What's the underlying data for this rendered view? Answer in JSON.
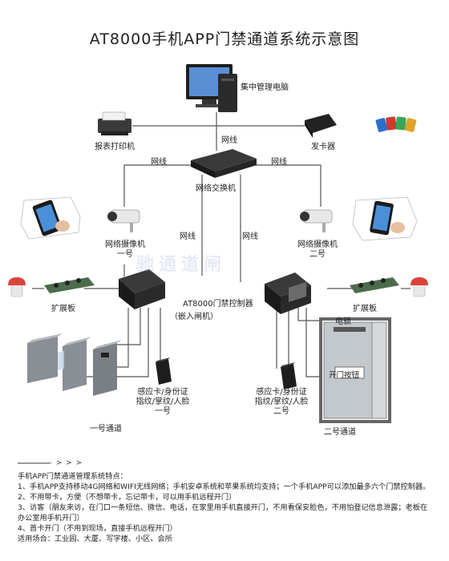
{
  "title": "AT8000手机APP门禁通道系统示意图",
  "watermark": "驰通道闸",
  "labels": {
    "central_pc": "集中管理电脑",
    "report_printer": "报表打印机",
    "card_issuer": "发卡器",
    "network_switch": "网络交换机",
    "net_top": "网线",
    "net_left": "网线",
    "net_right": "网线",
    "net_mid_left": "网线",
    "net_mid_right": "网线",
    "camera_1": "网络摄像机\n一号",
    "camera_2": "网络摄像机\n二号",
    "controller": "AT8000门禁控制器",
    "embedded": "（嵌入闸机）",
    "expansion_left": "扩展板",
    "expansion_right": "扩展板",
    "electric_lock": "电锁",
    "open_button": "开门按钮",
    "reader_1": "感应卡/身份证\n指纹/掌纹/人脸\n一号",
    "reader_2": "感应卡/身份证\n指纹/掌纹/人脸\n二号",
    "channel_1": "一号通道",
    "channel_2": "二号通道"
  },
  "notes": {
    "arrow": "—— > > >",
    "heading": "手机APP门禁通道管理系统特点：",
    "items": [
      "1、手机APP支持移动4G网络和WIFI无线网络；手机安卓系统和苹果系统均支持；一个手机APP可以添加最多六个门禁控制器。",
      "2、不用带卡，方便（不想带卡，忘记带卡，可以用手机远程开门）",
      "3、访客（朋友来访，在门口一条短信、微信、电话，在家里用手机直接开门，不用看保安脸色，不用怕登记信息泄露；老板在办公室用手机开门）",
      "4、首卡开门（不用到现场，直接手机远程开门）",
      "适用场合：工业园、大厦、写字楼、小区、会所"
    ]
  },
  "colors": {
    "line": "#555555",
    "device_dark": "#2e2e2e",
    "device_grey": "#9a9a9a",
    "phone_frame": "#1b1b1b",
    "screen_blue": "#4a90d9",
    "turnstile": "#7a7f86",
    "door": "#b8b8b8",
    "alarm_red": "#d8443a"
  }
}
